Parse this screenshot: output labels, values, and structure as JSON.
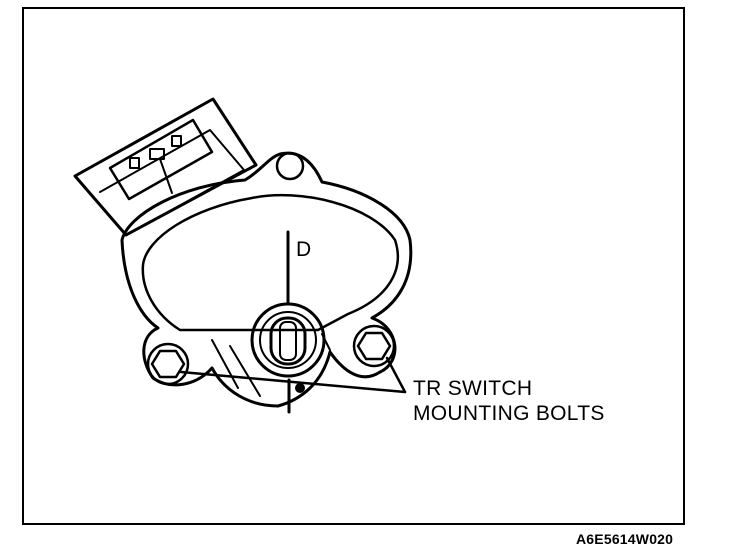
{
  "diagram": {
    "position_marker": "D",
    "callout_line1": "TR SWITCH",
    "callout_line2": "MOUNTING BOLTS",
    "figure_id": "A6E5614W020"
  },
  "colors": {
    "ink": "#000000",
    "paper": "#ffffff"
  }
}
